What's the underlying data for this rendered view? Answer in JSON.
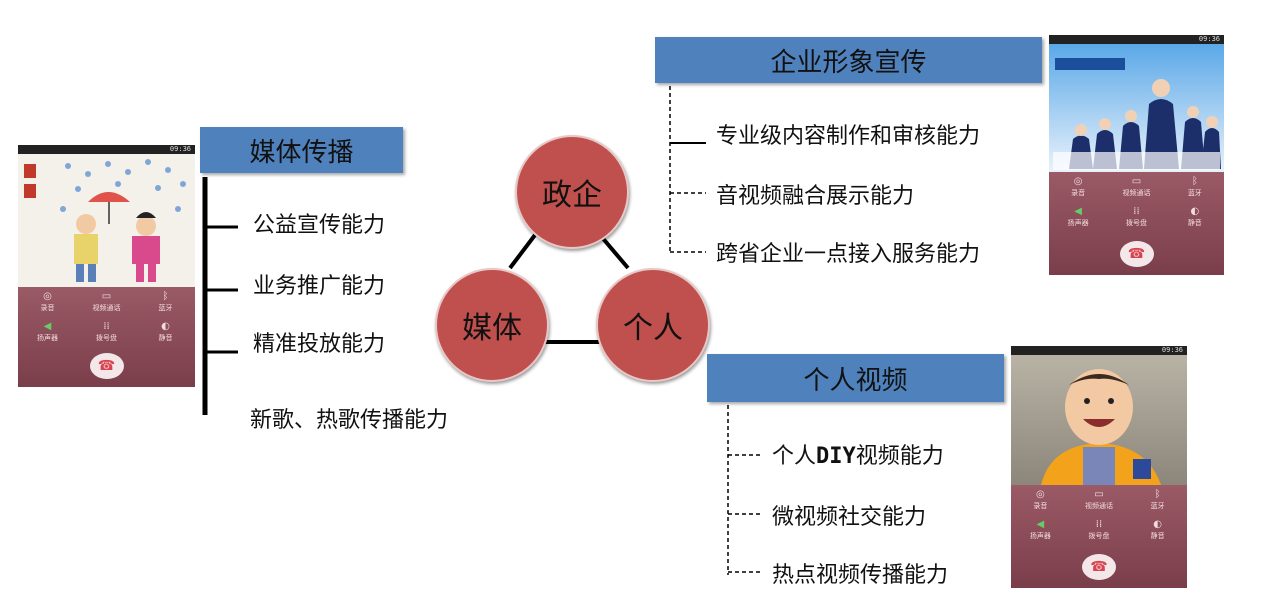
{
  "center": {
    "top": "政企",
    "left": "媒体",
    "right": "个人"
  },
  "media": {
    "header": "媒体传播",
    "items": [
      "公益宣传能力",
      "业务推广能力",
      "精准投放能力",
      "新歌、热歌传播能力"
    ]
  },
  "enterprise": {
    "header": "企业形象宣传",
    "items": [
      "专业级内容制作和审核能力",
      "音视频融合展示能力",
      "跨省企业一点接入服务能力"
    ]
  },
  "personal": {
    "header": "个人视频",
    "item1_prefix": "个人",
    "item1_diy": "DIY",
    "item1_suffix": "视频能力",
    "items_rest": [
      "微视频社交能力",
      "热点视频传播能力"
    ]
  },
  "phone": {
    "time": "09:36",
    "ctrl_labels": [
      "录音",
      "视频通话",
      "蓝牙",
      "扬声器",
      "拨号盘",
      "静音"
    ]
  },
  "colors": {
    "header_bg": "#4f81bd",
    "circle_fill": "#c0504d",
    "phone_bg": "#8c4d59"
  }
}
